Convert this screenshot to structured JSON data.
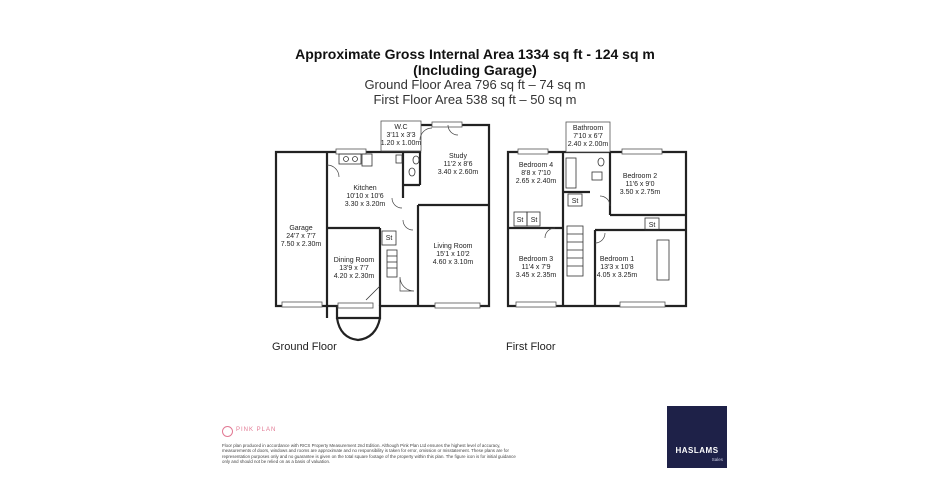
{
  "header": {
    "title": "Approximate Gross Internal Area 1334 sq ft - 124 sq m",
    "subtitle": "(Including Garage)",
    "ground_area": "Ground Floor Area 796 sq ft – 74 sq m",
    "first_area": "First Floor Area 538 sq ft – 50 sq m"
  },
  "ground_floor": {
    "label": "Ground Floor",
    "garage": {
      "name": "Garage",
      "imperial": "24'7 x 7'7",
      "metric": "7.50 x 2.30m"
    },
    "wc": {
      "name": "W.C",
      "imperial": "3'11 x 3'3",
      "metric": "1.20 x 1.00m"
    },
    "kitchen": {
      "name": "Kitchen",
      "imperial": "10'10 x 10'6",
      "metric": "3.30 x 3.20m"
    },
    "study": {
      "name": "Study",
      "imperial": "11'2 x 8'6",
      "metric": "3.40 x 2.60m"
    },
    "dining": {
      "name": "Dining Room",
      "imperial": "13'9 x 7'7",
      "metric": "4.20 x 2.30m"
    },
    "living": {
      "name": "Living Room",
      "imperial": "15'1 x 10'2",
      "metric": "4.60 x 3.10m"
    },
    "store": "St"
  },
  "first_floor": {
    "label": "First Floor",
    "bathroom": {
      "name": "Bathroom",
      "imperial": "7'10 x 6'7",
      "metric": "2.40 x 2.00m"
    },
    "bedroom4": {
      "name": "Bedroom 4",
      "imperial": "8'8 x 7'10",
      "metric": "2.65 x 2.40m"
    },
    "bedroom2": {
      "name": "Bedroom 2",
      "imperial": "11'6 x 9'0",
      "metric": "3.50 x 2.75m"
    },
    "bedroom3": {
      "name": "Bedroom 3",
      "imperial": "11'4 x 7'9",
      "metric": "3.45 x 2.35m"
    },
    "bedroom1": {
      "name": "Bedroom 1",
      "imperial": "13'3 x 10'8",
      "metric": "4.05 x 3.25m"
    },
    "store": "St"
  },
  "footer": {
    "brand": "PINK PLAN",
    "disclaimer": "Floor plan produced in accordance with RICS Property Measurement 2nd Edition. Although Pink Plan Ltd ensures the highest level of accuracy, measurements of doors, windows and rooms are approximate and no responsibility is taken for error, omission or misstatement. These plans are for representation purposes only and no guarantee is given on the total square footage of the property within this plan. The figure icon is for initial guidance only and should not be relied on as a basis of valuation.",
    "logo_name": "HASLAMS",
    "logo_sub": "Sales"
  },
  "colors": {
    "brand_pink": "#e27a94",
    "logo_navy": "#1e2148",
    "walls": "#222222"
  }
}
